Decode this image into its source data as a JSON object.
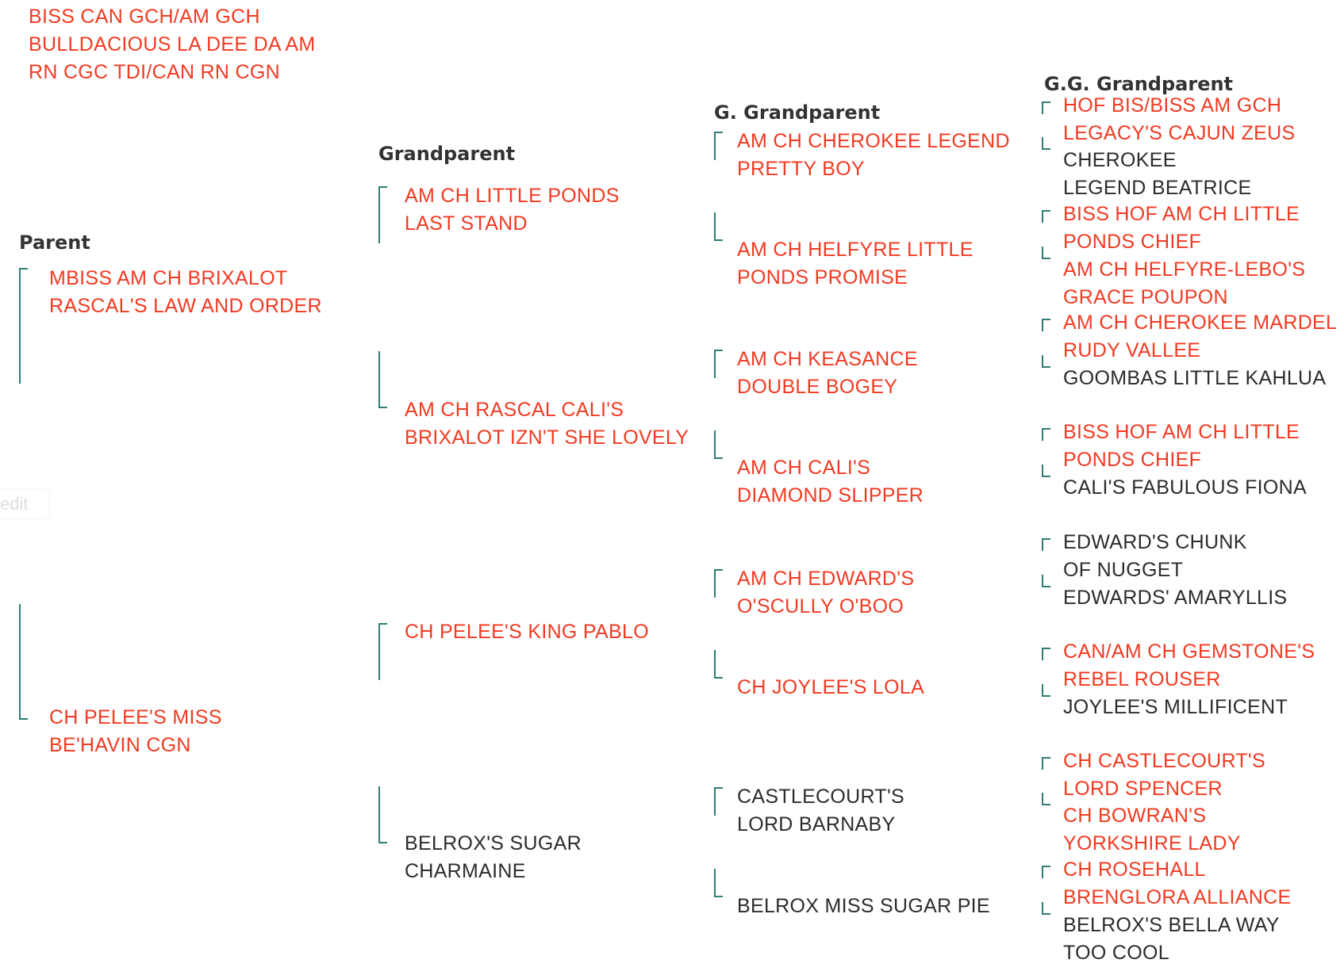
{
  "colors": {
    "champion_text": "#f23a22",
    "plain_text": "#2c2c2c",
    "header_text": "#333333",
    "bracket_line": "#2f7d78"
  },
  "subject": {
    "name": "BISS CAN GCH/AM GCH BULLDACIOUS LA DEE DA AM RN CGC TDI/CAN RN CGN",
    "lines": [
      "BISS CAN GCH/AM GCH",
      "BULLDACIOUS LA DEE DA AM",
      "RN CGC TDI/CAN RN CGN"
    ]
  },
  "headers": {
    "parent": "Parent",
    "grandparent": "Grandparent",
    "great_grandparent": "G. Grandparent",
    "great_great_grandparent": "G.G. Grandparent"
  },
  "edit_label": "edit",
  "parents": [
    {
      "lines": [
        "MBISS AM CH BRIXALOT",
        "RASCAL'S LAW AND ORDER"
      ],
      "champion": true
    },
    {
      "lines": [
        "CH PELEE'S MISS",
        "BE'HAVIN CGN"
      ],
      "champion": true
    }
  ],
  "grandparents": [
    {
      "lines": [
        "AM CH LITTLE PONDS",
        "LAST STAND"
      ],
      "champion": true
    },
    {
      "lines": [
        "AM CH RASCAL CALI'S",
        "BRIXALOT IZN'T SHE LOVELY"
      ],
      "champion": true
    },
    {
      "lines": [
        "CH PELEE'S KING PABLO"
      ],
      "champion": true
    },
    {
      "lines": [
        "BELROX'S SUGAR",
        "CHARMAINE"
      ],
      "champion": false
    }
  ],
  "great_grandparents": [
    {
      "lines": [
        "AM CH CHEROKEE LEGEND",
        "PRETTY BOY"
      ],
      "champion": true
    },
    {
      "lines": [
        "AM CH HELFYRE LITTLE",
        "PONDS PROMISE"
      ],
      "champion": true
    },
    {
      "lines": [
        "AM CH KEASANCE",
        "DOUBLE BOGEY"
      ],
      "champion": true
    },
    {
      "lines": [
        "AM CH CALI'S",
        "DIAMOND SLIPPER"
      ],
      "champion": true
    },
    {
      "lines": [
        "AM CH EDWARD'S",
        "O'SCULLY O'BOO"
      ],
      "champion": true
    },
    {
      "lines": [
        "CH JOYLEE'S LOLA"
      ],
      "champion": true
    },
    {
      "lines": [
        "CASTLECOURT'S",
        "LORD BARNABY"
      ],
      "champion": false
    },
    {
      "lines": [
        "BELROX MISS SUGAR PIE"
      ],
      "champion": false
    }
  ],
  "great_great_grandparents": [
    {
      "lines": [
        "HOF BIS/BISS AM GCH",
        "LEGACY'S CAJUN ZEUS"
      ],
      "champion": true
    },
    {
      "lines": [
        "CHEROKEE",
        "LEGEND BEATRICE"
      ],
      "champion": false
    },
    {
      "lines": [
        "BISS HOF AM CH LITTLE",
        "PONDS CHIEF"
      ],
      "champion": true
    },
    {
      "lines": [
        "AM CH HELFYRE-LEBO'S",
        "GRACE POUPON"
      ],
      "champion": true
    },
    {
      "lines": [
        "AM CH CHEROKEE MARDEL",
        "RUDY VALLEE"
      ],
      "champion": true
    },
    {
      "lines": [
        "GOOMBAS LITTLE KAHLUA"
      ],
      "champion": false
    },
    {
      "lines": [
        "BISS HOF AM CH LITTLE",
        "PONDS CHIEF"
      ],
      "champion": true
    },
    {
      "lines": [
        "CALI'S FABULOUS FIONA"
      ],
      "champion": false
    },
    {
      "lines": [
        "EDWARD'S CHUNK",
        "OF NUGGET"
      ],
      "champion": false
    },
    {
      "lines": [
        "EDWARDS' AMARYLLIS"
      ],
      "champion": false
    },
    {
      "lines": [
        "CAN/AM CH GEMSTONE'S",
        "REBEL ROUSER"
      ],
      "champion": true
    },
    {
      "lines": [
        "JOYLEE'S MILLIFICENT"
      ],
      "champion": false
    },
    {
      "lines": [
        "CH CASTLECOURT'S",
        "LORD SPENCER"
      ],
      "champion": true
    },
    {
      "lines": [
        "CH BOWRAN'S",
        "YORKSHIRE LADY"
      ],
      "champion": true
    },
    {
      "lines": [
        "CH ROSEHALL",
        "BRENGLORA ALLIANCE"
      ],
      "champion": true
    },
    {
      "lines": [
        "BELROX'S BELLA WAY",
        "TOO COOL"
      ],
      "champion": false
    }
  ]
}
